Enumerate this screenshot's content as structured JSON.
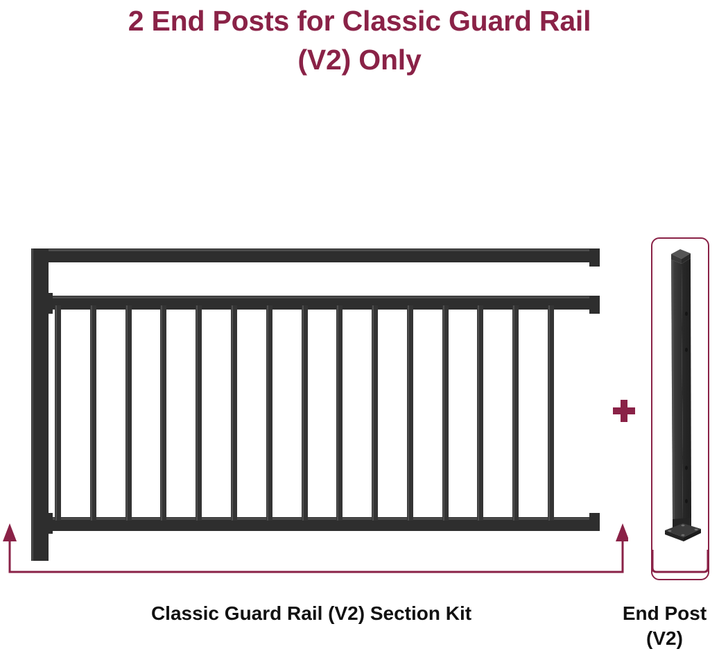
{
  "title": {
    "line1": "2 End Posts for Classic Guard Rail",
    "line2": "(V2) Only"
  },
  "colors": {
    "accent_maroon": "#8a2247",
    "product_dark": "#2e2e2e",
    "baluster": "#343434",
    "caption_text": "#111111",
    "background": "#ffffff"
  },
  "diagram": {
    "operator_symbol": "+",
    "left_component": {
      "name": "classic-guard-rail-section-kit",
      "caption": "Classic Guard Rail (V2) Section Kit",
      "baluster_count": 15,
      "rail_count": 3,
      "has_left_end_post": true
    },
    "right_component": {
      "name": "end-post",
      "caption_line1": "End Post",
      "caption_line2": "(V2)",
      "highlight_border_color": "#8a2247"
    }
  },
  "icons": {
    "plus": "plus-icon",
    "arrow_up": "arrow-up-icon"
  }
}
